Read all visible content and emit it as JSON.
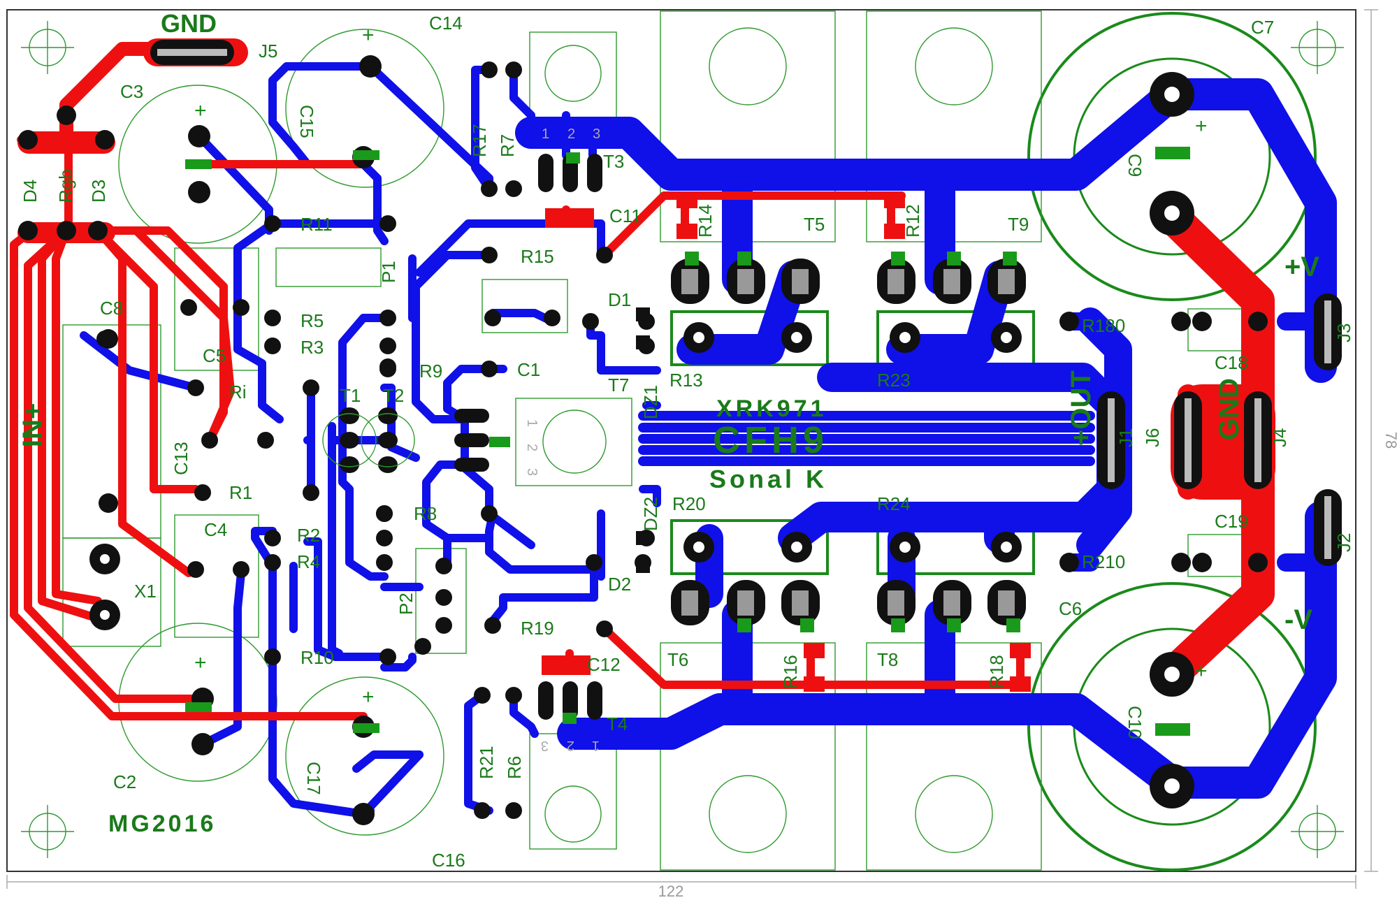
{
  "board": {
    "width_label": "122",
    "height_label": "78",
    "signature": "MG2016",
    "title_line1": "XRK971",
    "title_line2": "CFH9",
    "title_line3": "Sonal K"
  },
  "connectors": {
    "gnd_top": "GND",
    "gnd_right": "GND",
    "input": "IN+",
    "output": "+OUT",
    "plus_v": "+V",
    "minus_v": "-V",
    "x1": "X1"
  },
  "labels": {
    "C14": "C14",
    "C3": "C3",
    "J5": "J5",
    "C15": "C15",
    "R17": "R17",
    "R7": "R7",
    "T3": "T3",
    "C11": "C11",
    "R14": "R14",
    "T5": "T5",
    "R12": "R12",
    "T9": "T9",
    "C7": "C7",
    "C9": "C9",
    "D4": "D4",
    "Rgb": "Rgb",
    "D3": "D3",
    "R11": "R11",
    "R15": "R15",
    "P1": "P1",
    "C8": "C8",
    "R5": "R5",
    "R3": "R3",
    "C5": "C5",
    "D1": "D1",
    "R13": "R13",
    "R23": "R23",
    "R180": "R180",
    "C18": "C18",
    "J3": "J3",
    "R9": "R9",
    "C1": "C1",
    "T7": "T7",
    "DZ1": "DZ1",
    "Ri": "Ri",
    "C13": "C13",
    "T1": "T1",
    "T2": "T2",
    "J1": "J1",
    "J6": "J6",
    "J4": "J4",
    "R1": "R1",
    "R8": "R8",
    "DZ2": "DZ2",
    "R20": "R20",
    "R24": "R24",
    "C19": "C19",
    "J2": "J2",
    "C4": "C4",
    "R2": "R2",
    "R4": "R4",
    "P2": "P2",
    "D2": "D2",
    "R210": "R210",
    "C6": "C6",
    "R19": "R19",
    "T6": "T6",
    "R16": "R16",
    "T8": "T8",
    "R18": "R18",
    "R10": "R10",
    "C12": "C12",
    "C2": "C2",
    "T4": "T4",
    "C17": "C17",
    "R21": "R21",
    "R6": "R6",
    "C10": "C10",
    "C16": "C16"
  },
  "pin_numbers": {
    "top": [
      "1",
      "2",
      "3"
    ],
    "mid": [
      "1",
      "2",
      "3"
    ],
    "bottom": [
      "3",
      "2",
      "1"
    ]
  },
  "colors": {
    "top_copper": "#ee1010",
    "bottom_copper": "#1010e8",
    "silkscreen": "#1a8a1a",
    "pad": "#111111"
  }
}
